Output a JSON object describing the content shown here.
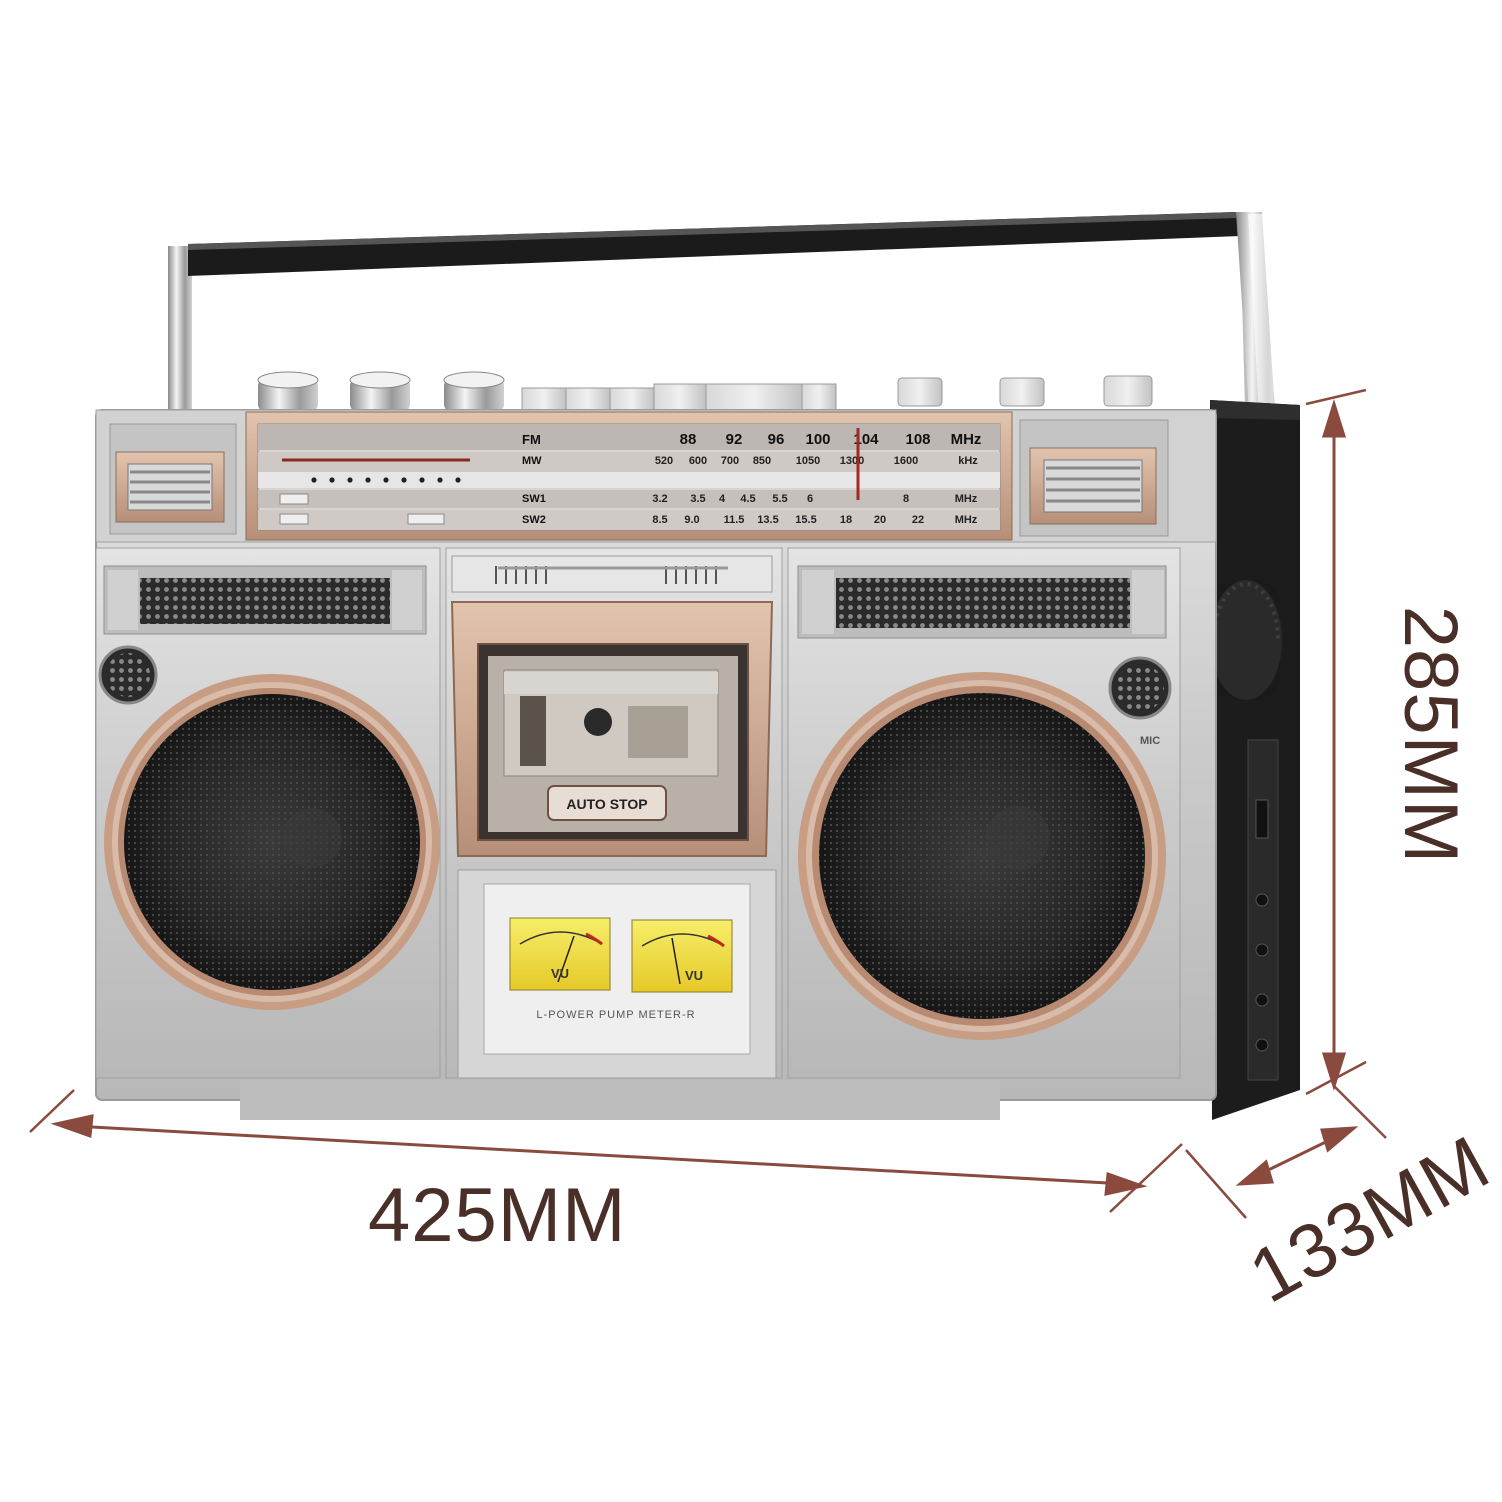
{
  "dimensions": {
    "width_label": "425MM",
    "height_label": "285MM",
    "depth_label": "133MM",
    "line_color": "#8a4a3e"
  },
  "tuner": {
    "bands": [
      {
        "name": "FM",
        "marks": [
          "88",
          "92",
          "96",
          "100",
          "104",
          "108"
        ],
        "unit": "MHz"
      },
      {
        "name": "MW",
        "marks": [
          "520",
          "600",
          "700",
          "850",
          "1050",
          "1300",
          "1600"
        ],
        "unit": "kHz"
      },
      {
        "name": "SW1",
        "marks": [
          "3.2",
          "3.5",
          "4",
          "4.5",
          "5.5",
          "6",
          "8"
        ],
        "unit": "MHz"
      },
      {
        "name": "SW2",
        "marks": [
          "8.5",
          "9.0",
          "11.5",
          "13.5",
          "15.5",
          "18",
          "20",
          "22"
        ],
        "unit": "MHz"
      }
    ]
  },
  "cassette": {
    "auto_stop_label": "AUTO STOP"
  },
  "meters": {
    "left_label": "VU",
    "right_label": "VU",
    "panel_label": "L-POWER PUMP METER-R"
  },
  "mic_label": "MIC",
  "colors": {
    "body_silver": "#c9c9c9",
    "trim_rose_gold": "#c8a58e",
    "speaker_grille": "#2a2a2a",
    "handle_black": "#1a1a1a",
    "meter_yellow": "#f2e23a"
  }
}
